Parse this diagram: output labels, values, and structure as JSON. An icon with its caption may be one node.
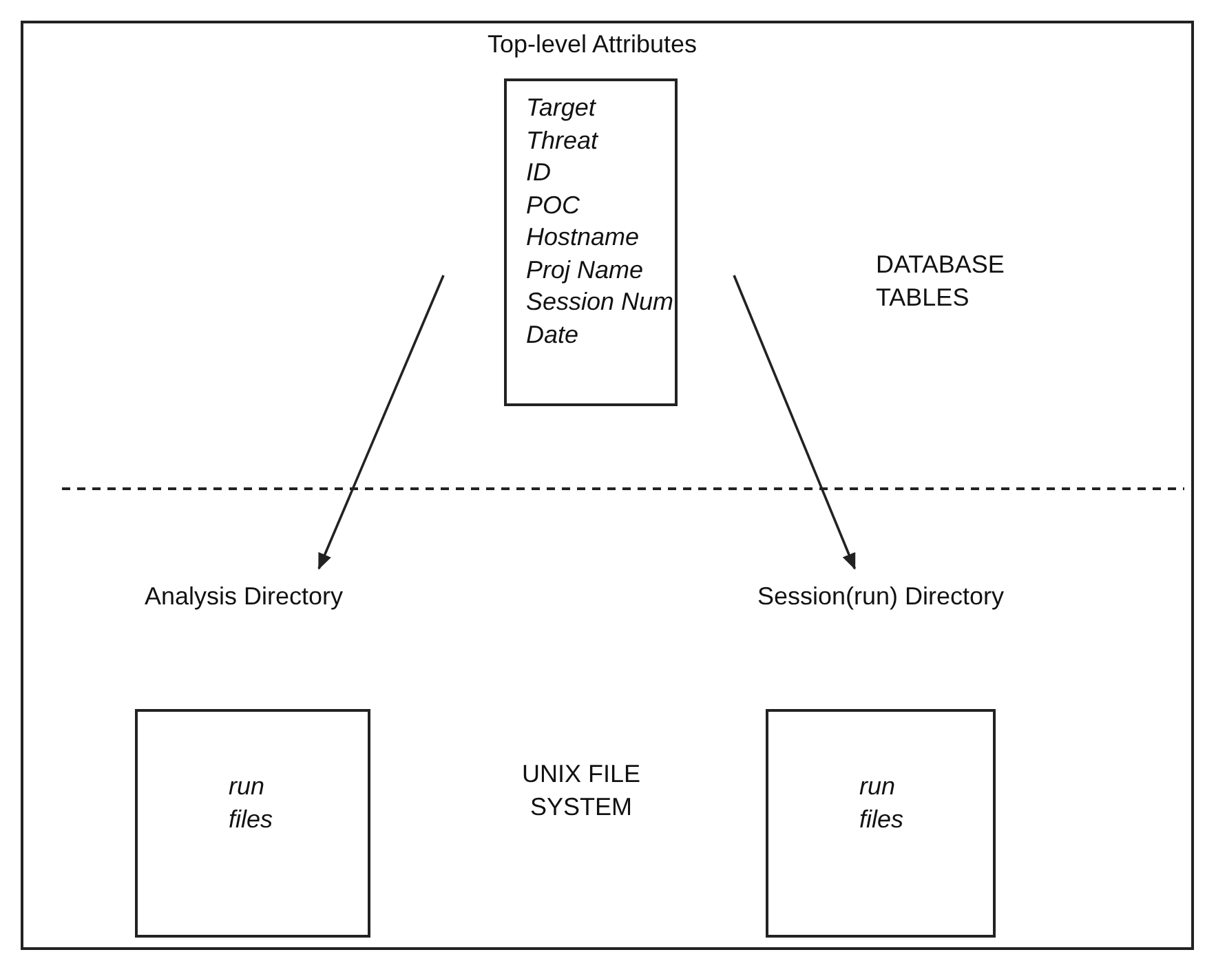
{
  "diagram": {
    "nodes": [
      {
        "text": [
          "Top-level Attributes",
          "Target",
          "Threat",
          "ID",
          "POC",
          "Hostname",
          "Proj Name",
          "Session Num",
          "Date"
        ]
      },
      {
        "text": [
          "Analysis Directory"
        ]
      },
      {
        "text": [
          "Session(run) Directory"
        ]
      },
      {
        "text": [
          "run files"
        ]
      },
      {
        "text": [
          "run files"
        ]
      }
    ],
    "edges": [
      {
        "from": 0,
        "to": 1,
        "arrow": "to"
      },
      {
        "from": 0,
        "to": 2,
        "arrow": "to"
      }
    ],
    "labels": [
      "DATABASE TABLES",
      "UNIX FILE SYSTEM"
    ]
  }
}
